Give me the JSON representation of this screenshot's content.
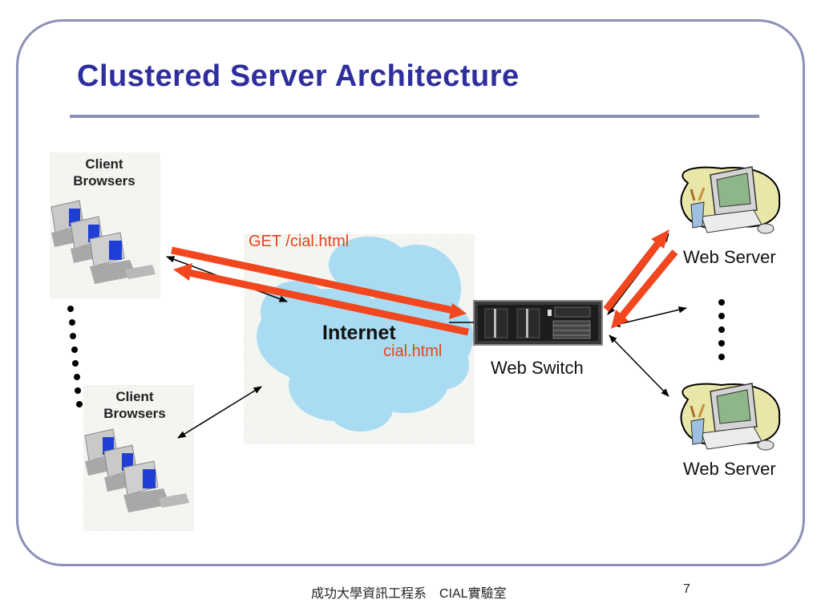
{
  "slide": {
    "title": "Clustered Server Architecture",
    "page_number": "7",
    "footer_text": "成功大學資訊工程系　CIAL實驗室"
  },
  "diagram": {
    "nodes": {
      "client_top": {
        "label_line1": "Client",
        "label_line2": "Browsers",
        "icon": "stacked-computers-icon"
      },
      "client_bottom": {
        "label_line1": "Client",
        "label_line2": "Browsers",
        "icon": "stacked-computers-icon"
      },
      "internet": {
        "label": "Internet",
        "icon": "cloud-icon"
      },
      "web_switch": {
        "label": "Web Switch",
        "icon": "rack-server-icon"
      },
      "server_top": {
        "label": "Web Server",
        "icon": "desktop-computer-icon"
      },
      "server_bottom": {
        "label": "Web Server",
        "icon": "desktop-computer-icon"
      }
    },
    "flows": {
      "request_label": "GET /cial.html",
      "response_label": "cial.html"
    },
    "colors": {
      "flow_arrow": "#f2461e",
      "link_arrow": "#000000",
      "cloud": "#a9dcf2",
      "title": "#2e2e9e",
      "frame": "#8e90b8"
    }
  }
}
